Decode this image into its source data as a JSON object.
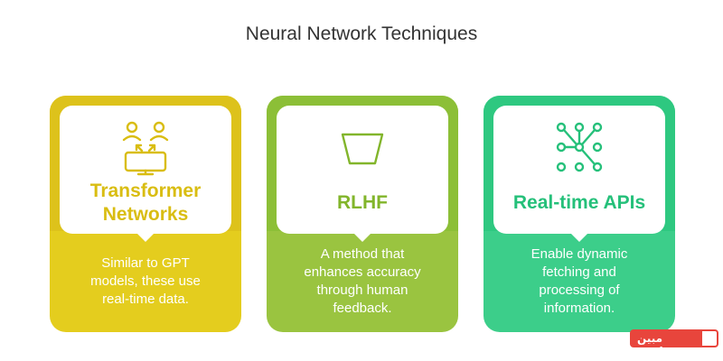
{
  "title": "Neural Network Techniques",
  "cards": [
    {
      "heading": "Transformer\nNetworks",
      "description": "Similar to GPT\nmodels, these use\nreal-time data.",
      "icon": "users-exchange-icon",
      "band_color": "#ddc21b",
      "base_color": "#e4cd1e",
      "heading_color": "#d9bd12"
    },
    {
      "heading": "RLHF",
      "description": "A method that\nenhances accuracy\nthrough human\nfeedback.",
      "icon": "trapezoid-icon",
      "band_color": "#8cbf37",
      "base_color": "#9ac440",
      "heading_color": "#82b52b"
    },
    {
      "heading": "Real-time APIs",
      "description": "Enable dynamic\nfetching and\nprocessing of\ninformation.",
      "icon": "network-nodes-icon",
      "band_color": "#2ec880",
      "base_color": "#3cce8a",
      "heading_color": "#25c07a"
    }
  ],
  "watermark": {
    "text": "مبین هاست",
    "color": "#e8453c"
  }
}
